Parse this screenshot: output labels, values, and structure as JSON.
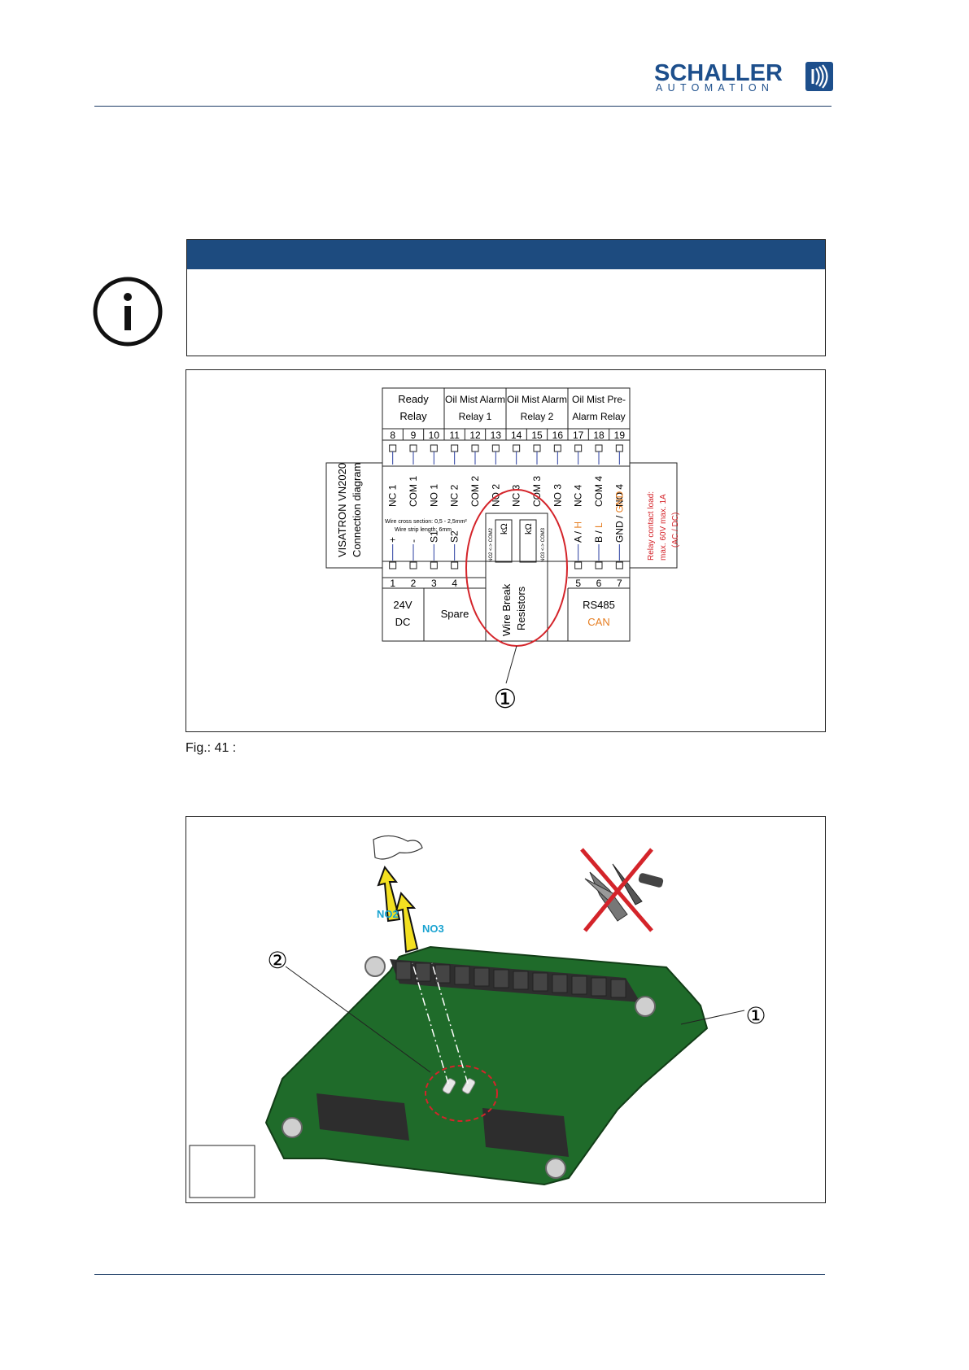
{
  "header": {
    "logo_line1": "SCHALLER",
    "logo_line2": "AUTOMATION",
    "brand_color": "#1d4f8c"
  },
  "info_box": {
    "icon": "info-icon",
    "bar_color": "#1d4b7f"
  },
  "diagram": {
    "side_title_1": "VISATRON VN2020",
    "side_title_2": "Connection diagram",
    "groups": [
      {
        "line1": "Ready",
        "line2": "Relay"
      },
      {
        "line1": "Oil Mist Alarm",
        "line2": "Relay 1"
      },
      {
        "line1": "Oil Mist Alarm",
        "line2": "Relay 2"
      },
      {
        "line1": "Oil Mist Pre-",
        "line2": "Alarm Relay"
      }
    ],
    "top_terminals": [
      {
        "num": "8",
        "label": "NC 1"
      },
      {
        "num": "9",
        "label": "COM 1"
      },
      {
        "num": "10",
        "label": "NO 1"
      },
      {
        "num": "11",
        "label": "NC 2"
      },
      {
        "num": "12",
        "label": "COM 2"
      },
      {
        "num": "13",
        "label": "NO 2"
      },
      {
        "num": "14",
        "label": "NC 3"
      },
      {
        "num": "15",
        "label": "COM 3"
      },
      {
        "num": "16",
        "label": "NO 3"
      },
      {
        "num": "17",
        "label": "NC 4"
      },
      {
        "num": "18",
        "label": "COM 4"
      },
      {
        "num": "19",
        "label": "NO 4"
      }
    ],
    "bottom_terminals": [
      {
        "num": "1",
        "label": "+"
      },
      {
        "num": "2",
        "label": "-"
      },
      {
        "num": "3",
        "label": "S1"
      },
      {
        "num": "4",
        "label": "S2"
      },
      {
        "num": "5",
        "label": "A / H"
      },
      {
        "num": "6",
        "label": "B / L"
      },
      {
        "num": "7",
        "label": "GND / GND"
      }
    ],
    "bottom_groups": {
      "power_line1": "24V",
      "power_line2": "DC",
      "spare": "Spare",
      "rs485": "RS485",
      "can": "CAN"
    },
    "wire_note_1": "Wire cross section: 0,5 - 2,5mm²",
    "wire_note_2": "Wire strip length: 6mm",
    "resistor_label_1": "NO2 <-> COM2",
    "resistor_label_2": "NO3 <-> COM3",
    "resistor_unit": "kΩ",
    "resistor_caption_1": "Wire Break",
    "resistor_caption_2": "Resistors",
    "relay_load_1": "Relay contact load:",
    "relay_load_2": "max. 60V max. 1A",
    "relay_load_3": "(AC / DC)",
    "callout": "①",
    "accent_red": "#d4242a",
    "accent_orange": "#e67e22",
    "wire_blue": "#2b3fa0"
  },
  "figure_caption": "Fig.: 41 :",
  "photo": {
    "arrow_label_1": "NO2",
    "arrow_label_2": "NO3",
    "callout_1": "①",
    "callout_2": "②",
    "label_color": "#1aa3d1"
  }
}
